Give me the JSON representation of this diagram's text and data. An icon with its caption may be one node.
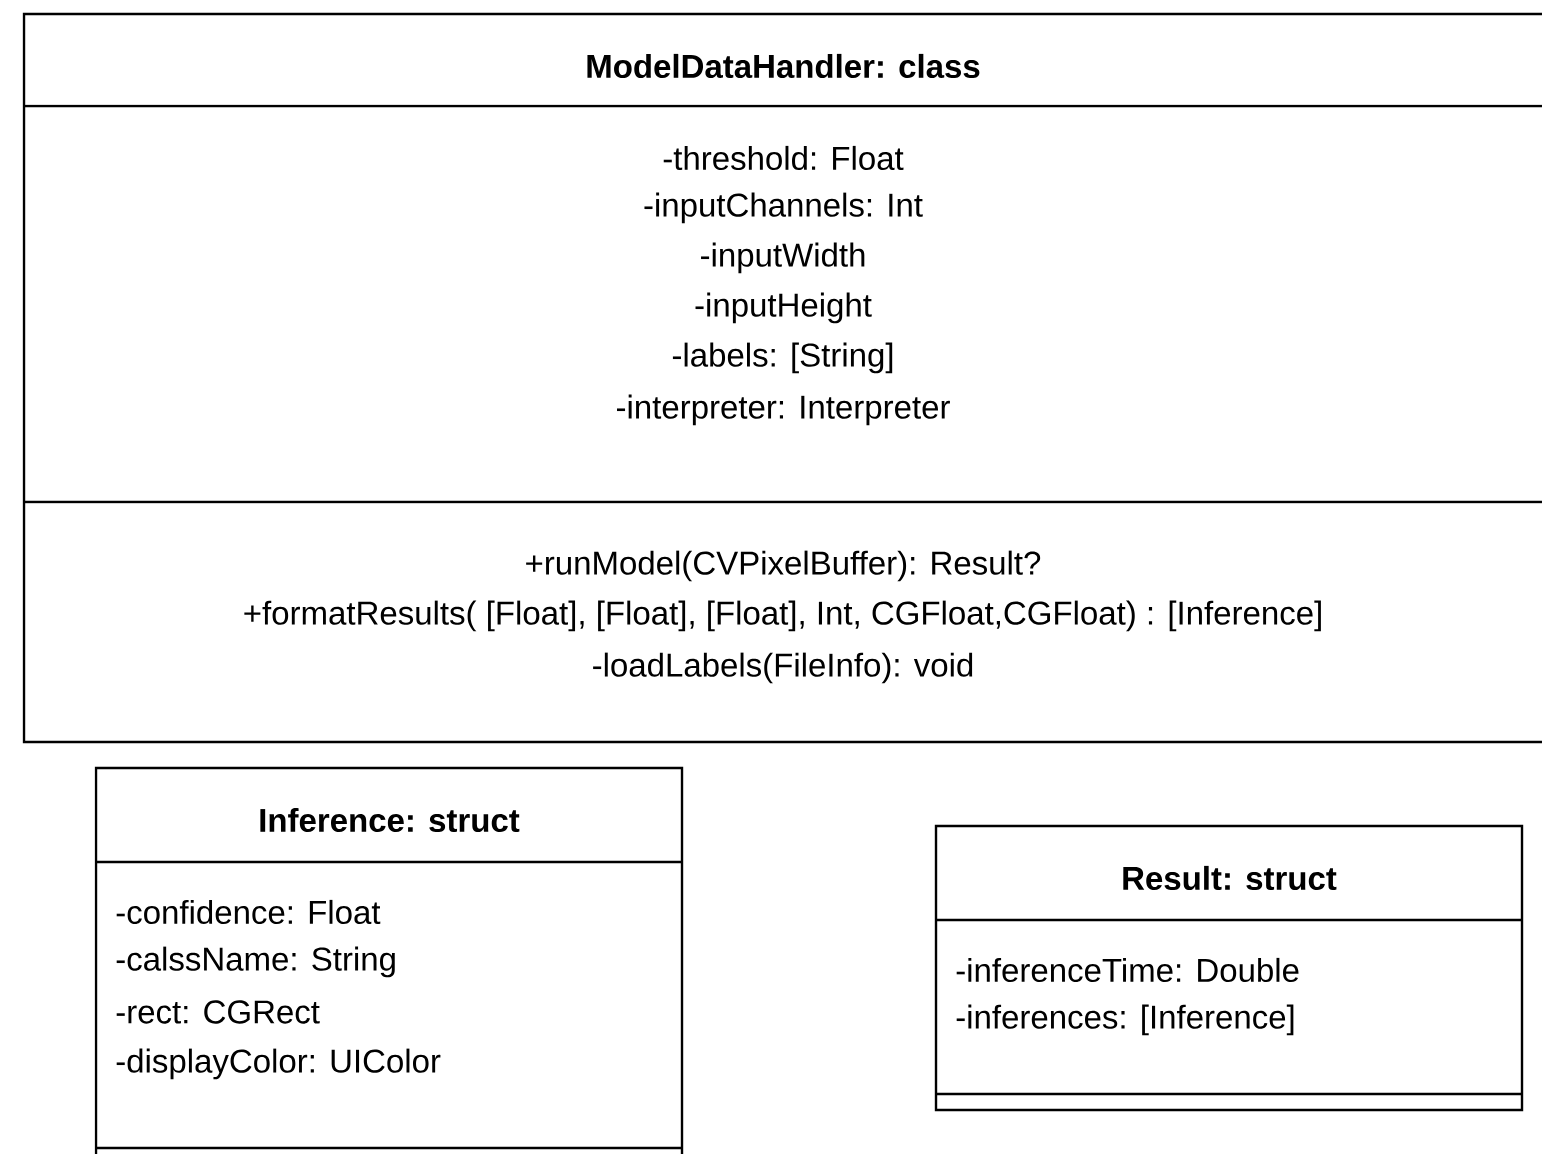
{
  "diagram": {
    "nodes": [
      {
        "text": [
          "ModelDataHandler: class",
          "-threshold: Float",
          "-inputChannels: Int",
          "-inputWidth",
          "-inputHeight",
          "-labels: [String]",
          "-interpreter: Interpreter",
          "+runModel(CVPixelBuffer): Result?",
          "+formatResults( [Float], [Float],  [Float], Int, CGFloat,CGFloat) : [Inference]",
          "-loadLabels(FileInfo): void"
        ]
      },
      {
        "text": [
          "Inference: struct",
          "-confidence: Float",
          "-calssName: String",
          "-rect: CGRect",
          "-displayColor: UIColor"
        ]
      },
      {
        "text": [
          "Result: struct",
          "-inferenceTime: Double",
          "-inferences: [Inference]"
        ]
      }
    ]
  }
}
